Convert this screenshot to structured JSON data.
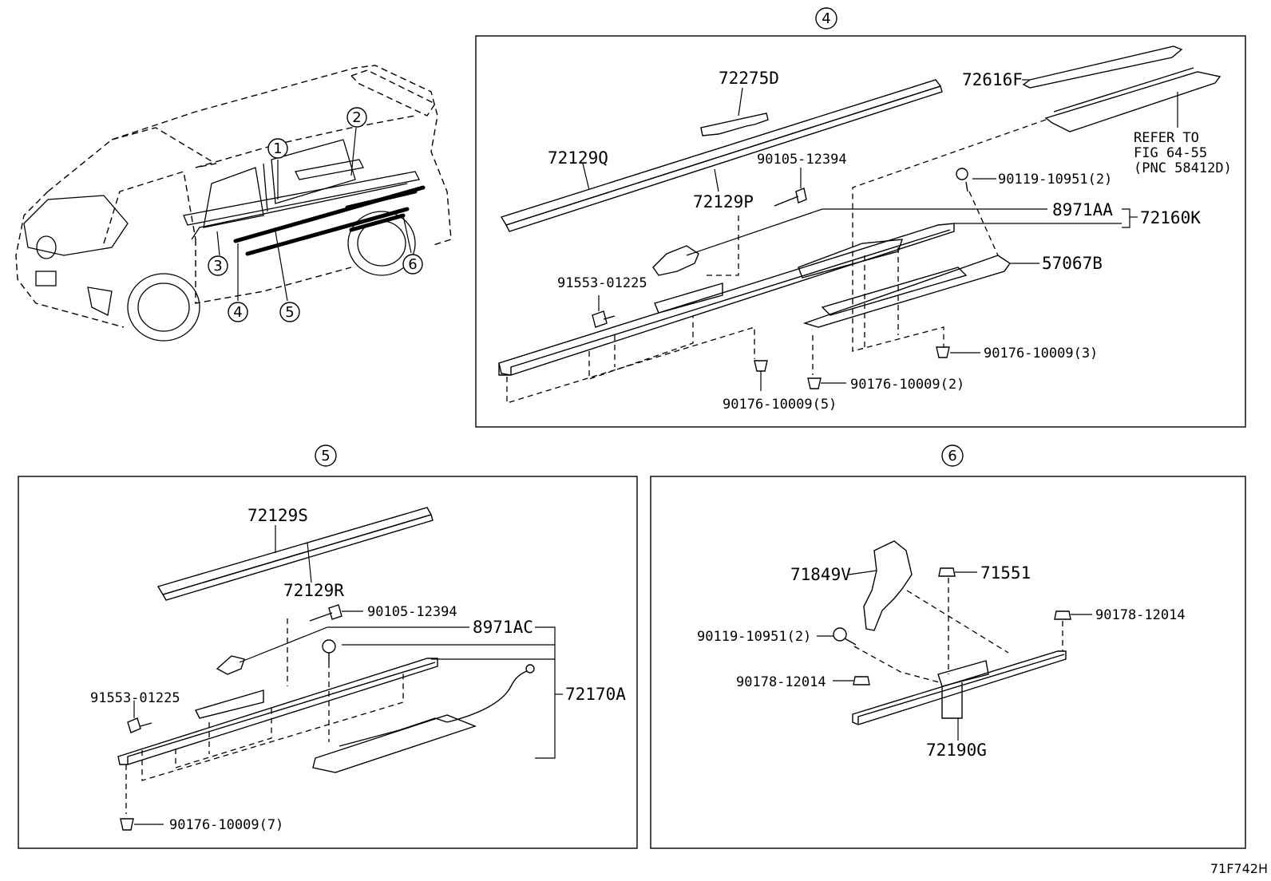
{
  "overview": {
    "callouts": [
      "1",
      "2",
      "3",
      "4",
      "5",
      "6"
    ]
  },
  "section4": {
    "marker": "4",
    "parts": {
      "p72275D": "72275D",
      "p72616F": "72616F",
      "p72129Q": "72129Q",
      "p72129P": "72129P",
      "p90105": "90105-12394",
      "p90119": "90119-10951(2)",
      "p8971AA": "8971AA",
      "p72160K": "72160K",
      "p57067B": "57067B",
      "p91553": "91553-01225",
      "p90176_3": "90176-10009(3)",
      "p90176_2": "90176-10009(2)",
      "p90176_5": "90176-10009(5)"
    },
    "refer": [
      "REFER TO",
      "FIG 64-55",
      "(PNC 58412D)"
    ]
  },
  "section5": {
    "marker": "5",
    "parts": {
      "p72129S": "72129S",
      "p72129R": "72129R",
      "p90105": "90105-12394",
      "p8971AC": "8971AC",
      "p91553": "91553-01225",
      "p72170A": "72170A",
      "p90176_7": "90176-10009(7)"
    }
  },
  "section6": {
    "marker": "6",
    "parts": {
      "p71849V": "71849V",
      "p71551": "71551",
      "p90178a": "90178-12014",
      "p90119": "90119-10951(2)",
      "p90178b": "90178-12014",
      "p72190G": "72190G"
    }
  },
  "figure_code": "71F742H"
}
